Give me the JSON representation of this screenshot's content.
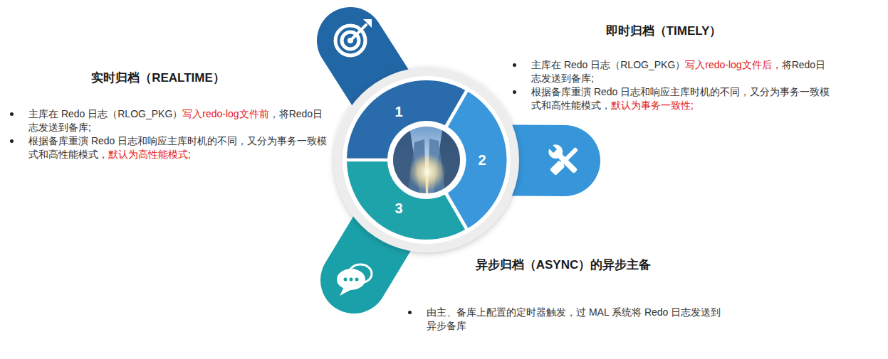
{
  "diagram": {
    "nodes": [
      {
        "text": [
          "1"
        ]
      },
      {
        "text": [
          "2"
        ]
      },
      {
        "text": [
          "3"
        ]
      }
    ],
    "labels": [
      "实时归档（REALTIME）",
      "主库在 Redo 日志（RLOG_PKG）",
      "写入redo-log文件前",
      "，将Redo日志发送到备库;",
      "根据备库重演 Redo 日志和响应主库时机的不同，又分为事务一致模式和高性能模式，",
      "默认为高性能模式;",
      "即时归档（TIMELY）",
      "主库在 Redo 日志（RLOG_PKG）",
      "写入redo-log文件后",
      "，将Redo日志发送到备库;",
      "根据备库重演 Redo 日志和响应主库时机的不同，又分为事务一致模式和高性能模式，",
      "默认为事务一致性;",
      "异步归档（ASYNC）的异步主备",
      "由主、备库上配置的定时器触发，过 MAL 系统将 Redo 日志发送到异步备库"
    ]
  }
}
